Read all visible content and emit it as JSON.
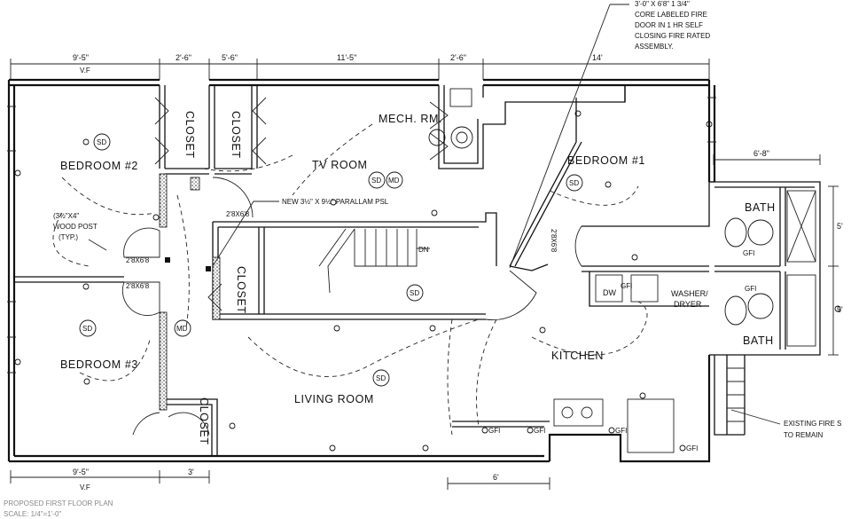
{
  "rooms": {
    "bedroom2": "BEDROOM #2",
    "bedroom3": "BEDROOM #3",
    "bedroom1": "BEDROOM #1",
    "closet": "CLOSET",
    "tv_room": "TV ROOM",
    "mech_room": "MECH. RM.",
    "living_room": "LIVING ROOM",
    "kitchen": "KITCHEN",
    "bath": "BATH",
    "washer_dryer_1": "WASHER/",
    "washer_dryer_2": "DRYER",
    "dw": "DW"
  },
  "dimensions": {
    "top_1": "9'-5\"",
    "top_1_sub": "V.F",
    "top_2": "2'-6\"",
    "top_3": "5'-6\"",
    "top_4": "11'-5\"",
    "top_5": "2'-6\"",
    "top_6": "14'",
    "right_bath": "6'-8\"",
    "right_5a": "5'",
    "right_5b": "5'",
    "bottom_1": "9'-5\"",
    "bottom_1_sub": "V.F",
    "bottom_2": "3'",
    "bottom_3": "6'"
  },
  "annotations": {
    "fire_door_1": "3'-0\" X 6'8\" 1 3/4\"",
    "fire_door_2": "CORE LABELED FIRE",
    "fire_door_3": "DOOR IN 1 HR SELF",
    "fire_door_4": "CLOSING FIRE RATED",
    "fire_door_5": "ASSEMBLY.",
    "parallam": "NEW 3½\" X 9½\" PARALLAM PSL",
    "post_1": "(3½\"X4\"",
    "post_2": "WOOD POST",
    "post_3": "(TYP.)",
    "stair_dn": "DN",
    "fire_stair_1": "EXISTING FIRE S",
    "fire_stair_2": "TO REMAIN",
    "door_2868_a": "2'8X6'8",
    "door_2868_b": "2'8X6'8",
    "door_2868_c": "2'8X6'8",
    "door_2868_d": "2'8X6'8",
    "smoke": "SD",
    "md": "MD",
    "gfi": "GFI",
    "title": "PROPOSED FIRST FLOOR PLAN",
    "scale": "SCALE: 1/4\"=1'-0\""
  }
}
